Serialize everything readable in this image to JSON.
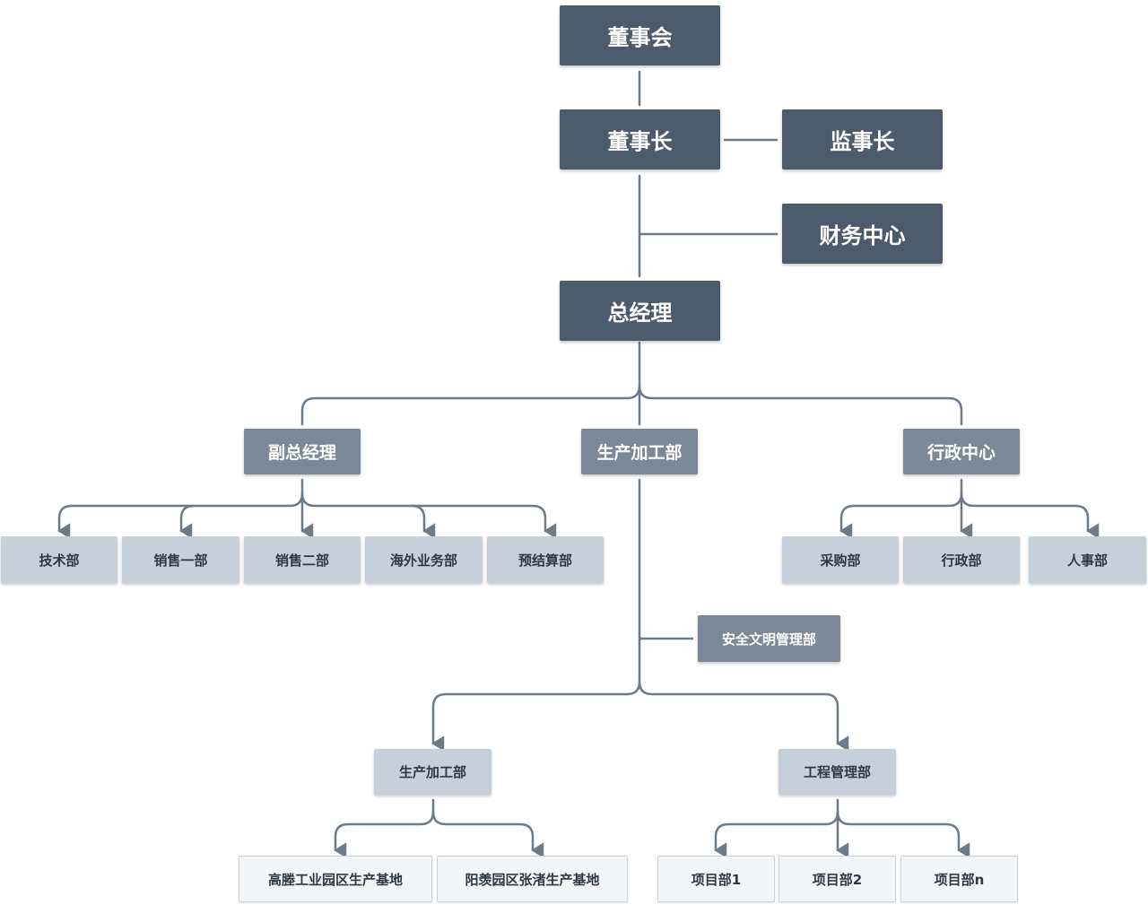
{
  "board": "董事会",
  "chairman": "董事长",
  "supervisor": "监事长",
  "finance_center": "财务中心",
  "general_manager": "总经理",
  "deputy_gm": {
    "label": "副总经理",
    "children": [
      "技术部",
      "销售一部",
      "销售二部",
      "海外业务部",
      "预结算部"
    ]
  },
  "production_dept": {
    "label": "生产加工部",
    "safety_dept": "安全文明管理部",
    "processing": {
      "label": "生产加工部",
      "children": [
        "高塍工业园区生产基地",
        "阳羡园区张渚生产基地"
      ]
    },
    "engineering": {
      "label": "工程管理部",
      "children": [
        "项目部1",
        "项目部2",
        "项目部n"
      ]
    }
  },
  "admin_center": {
    "label": "行政中心",
    "children": [
      "采购部",
      "行政部",
      "人事部"
    ]
  },
  "colors": {
    "level1": "#4b5b6b",
    "level2": "#7a8898",
    "level3": "#c5d0da",
    "level4": "#f3f5f7",
    "connector": "#6d7b89"
  }
}
